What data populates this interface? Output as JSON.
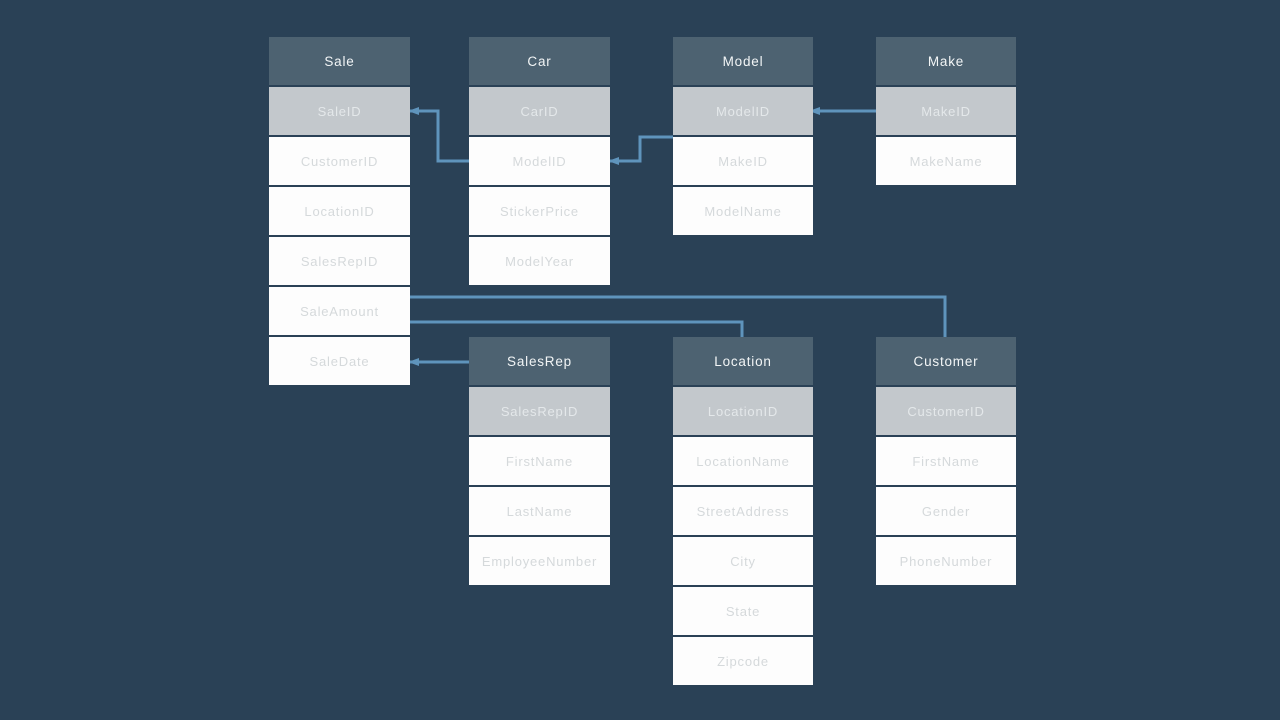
{
  "diagram": {
    "type": "entity-relationship-diagram",
    "colors": {
      "bg": "#2a4156",
      "header": "#4d6271",
      "header-text": "#f2f5f6",
      "pk": "#c3c8cc",
      "pk-text": "#e4e8ea",
      "row": "#fdfdfd",
      "row-text": "#d5d9db",
      "line": "#5f94bc"
    },
    "tables": [
      {
        "title": "Sale",
        "key_field": "SaleID",
        "fields": [
          "CustomerID",
          "LocationID",
          "SalesRepID",
          "SaleAmount",
          "SaleDate"
        ]
      },
      {
        "title": "Car",
        "key_field": "CarID",
        "fields": [
          "ModelID",
          "StickerPrice",
          "ModelYear"
        ]
      },
      {
        "title": "Model",
        "key_field": "ModelID",
        "fields": [
          "MakeID",
          "ModelName"
        ]
      },
      {
        "title": "Make",
        "key_field": "MakeID",
        "fields": [
          "MakeName"
        ]
      },
      {
        "title": "SalesRep",
        "key_field": "SalesRepID",
        "fields": [
          "FirstName",
          "LastName",
          "EmployeeNumber"
        ]
      },
      {
        "title": "Location",
        "key_field": "LocationID",
        "fields": [
          "LocationName",
          "StreetAddress",
          "City",
          "State",
          "Zipcode"
        ]
      },
      {
        "title": "Customer",
        "key_field": "CustomerID",
        "fields": [
          "FirstName",
          "Gender",
          "PhoneNumber"
        ]
      }
    ],
    "relations": [
      {
        "from": "Sale.SaleID",
        "to": "Car.ModelID"
      },
      {
        "from": "Car.ModelID",
        "to": "Model.ModelID"
      },
      {
        "from": "Make.MakeID",
        "to": "Model.ModelID"
      },
      {
        "from": "Sale",
        "to": "Customer"
      },
      {
        "from": "Sale",
        "to": "Location"
      },
      {
        "from": "Sale.SaleDate",
        "to": "SalesRep"
      }
    ]
  }
}
